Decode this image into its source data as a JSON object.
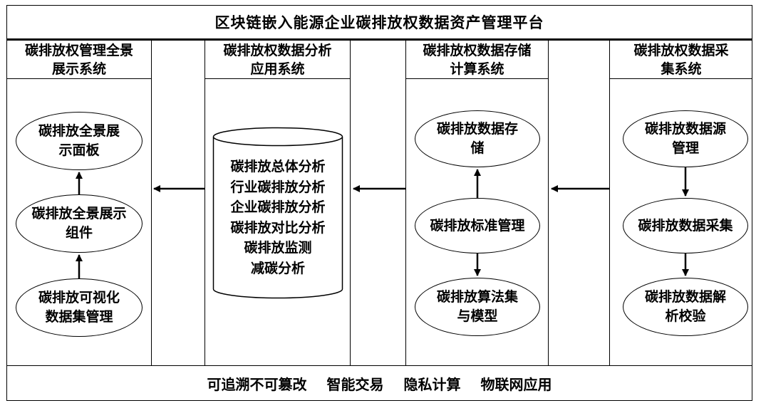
{
  "title": "区块链嵌入能源企业碳排放权数据资产管理平台",
  "columns": [
    {
      "header": [
        "碳排放权管理全景",
        "展示系统"
      ],
      "items": [
        [
          "碳排放全景展",
          "示面板"
        ],
        [
          "碳排放全景展示",
          "组件"
        ],
        [
          "碳排放可视化",
          "数据集管理"
        ]
      ]
    },
    {
      "header": [
        "碳排放权数据分析",
        "应用系统"
      ],
      "database_items": [
        "碳排放总体分析",
        "行业碳排放分析",
        "企业碳排放分析",
        "碳排放对比分析",
        "碳排放监测",
        "减碳分析"
      ]
    },
    {
      "header": [
        "碳排放权数据存储",
        "计算系统"
      ],
      "items": [
        [
          "碳排放数据存",
          "储"
        ],
        [
          "碳排放标准管理"
        ],
        [
          "碳排放算法集",
          "与模型"
        ]
      ]
    },
    {
      "header": [
        "碳排放权数据采",
        "集系统"
      ],
      "items": [
        [
          "碳排放数据源",
          "管理"
        ],
        [
          "碳排放数据采集"
        ],
        [
          "碳排放数据解",
          "析校验"
        ]
      ]
    }
  ],
  "footer": [
    "可追溯不可篡改",
    "智能交易",
    "隐私计算",
    "物联网应用"
  ]
}
